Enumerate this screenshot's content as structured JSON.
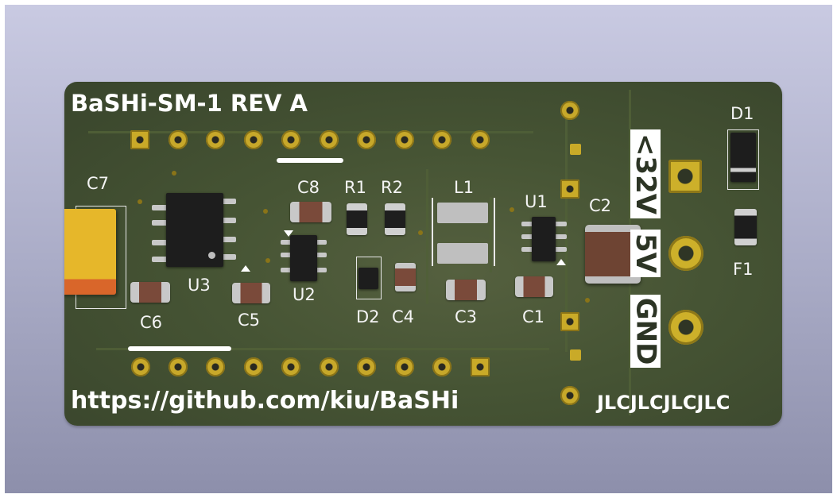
{
  "board": {
    "title": "BaSHi-SM-1 REV A",
    "url": "https://github.com/kiu/BaSHi",
    "fab_mark": "JLCJLCJLCJLC",
    "labels": {
      "vin": "<32V",
      "v5": "5V",
      "gnd": "GND"
    },
    "refs": {
      "c7": "C7",
      "c8": "C8",
      "r1": "R1",
      "r2": "R2",
      "l1": "L1",
      "u1": "U1",
      "c2": "C2",
      "d1": "D1",
      "f1": "F1",
      "u3": "U3",
      "u2": "U2",
      "c6": "C6",
      "c5": "C5",
      "d2": "D2",
      "c4": "C4",
      "c3": "C3",
      "c1": "C1"
    }
  },
  "colors": {
    "background_top": "#c9cae2",
    "background_bottom": "#8d8fab",
    "board": "#465434",
    "pad_gold": "#c7a82a",
    "silkscreen": "#ffffff",
    "tantalum": "#e0b126",
    "tantalum_band": "#d9662a"
  },
  "icons": {
    "round_pad": "through-hole-pad-icon",
    "square_pad": "pin1-square-pad-icon",
    "pin1_marker": "triangle-marker-icon"
  }
}
